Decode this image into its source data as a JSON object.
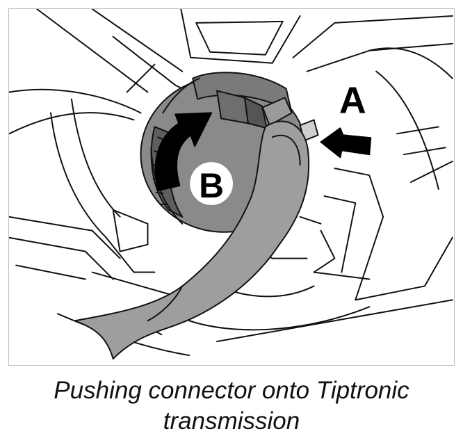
{
  "figure": {
    "callouts": {
      "a": "A",
      "b": "B"
    },
    "caption_line1": "Pushing connector onto Tiptronic",
    "caption_line2": "transmission"
  },
  "colors": {
    "line": "#111111",
    "connector_fill": "#8a8a8a",
    "connector_dark": "#5e5e5e",
    "strap_fill": "#9e9e9e",
    "frame_border": "#bdbdbd"
  }
}
